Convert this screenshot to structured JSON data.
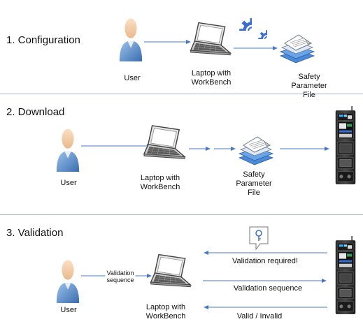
{
  "sections": [
    {
      "heading": "1. Configuration",
      "user_label": "User",
      "laptop_label": [
        "Laptop with",
        "WorkBench"
      ],
      "file_label": [
        "Safety",
        "Parameter",
        "File"
      ]
    },
    {
      "heading": "2. Download",
      "user_label": "User",
      "laptop_label": [
        "Laptop with",
        "WorkBench"
      ],
      "file_label": [
        "Safety",
        "Parameter",
        "File"
      ]
    },
    {
      "heading": "3. Validation",
      "user_label": "User",
      "laptop_label": [
        "Laptop with",
        "WorkBench"
      ],
      "sequence_label": [
        "Validation",
        "sequence"
      ],
      "messages": [
        "Validation required!",
        "Validation sequence",
        "Valid / Invalid"
      ]
    }
  ],
  "icons": {
    "user": "user-person-icon",
    "laptop": "laptop-icon",
    "gears": "gears-icon",
    "file": "document-stack-icon",
    "drive": "servo-drive-icon",
    "bubble": "speech-bubble-icon"
  },
  "colors": {
    "arrow": "#4a78c0",
    "divider": "#9fb6cc",
    "gear": "#3a6fd0"
  }
}
